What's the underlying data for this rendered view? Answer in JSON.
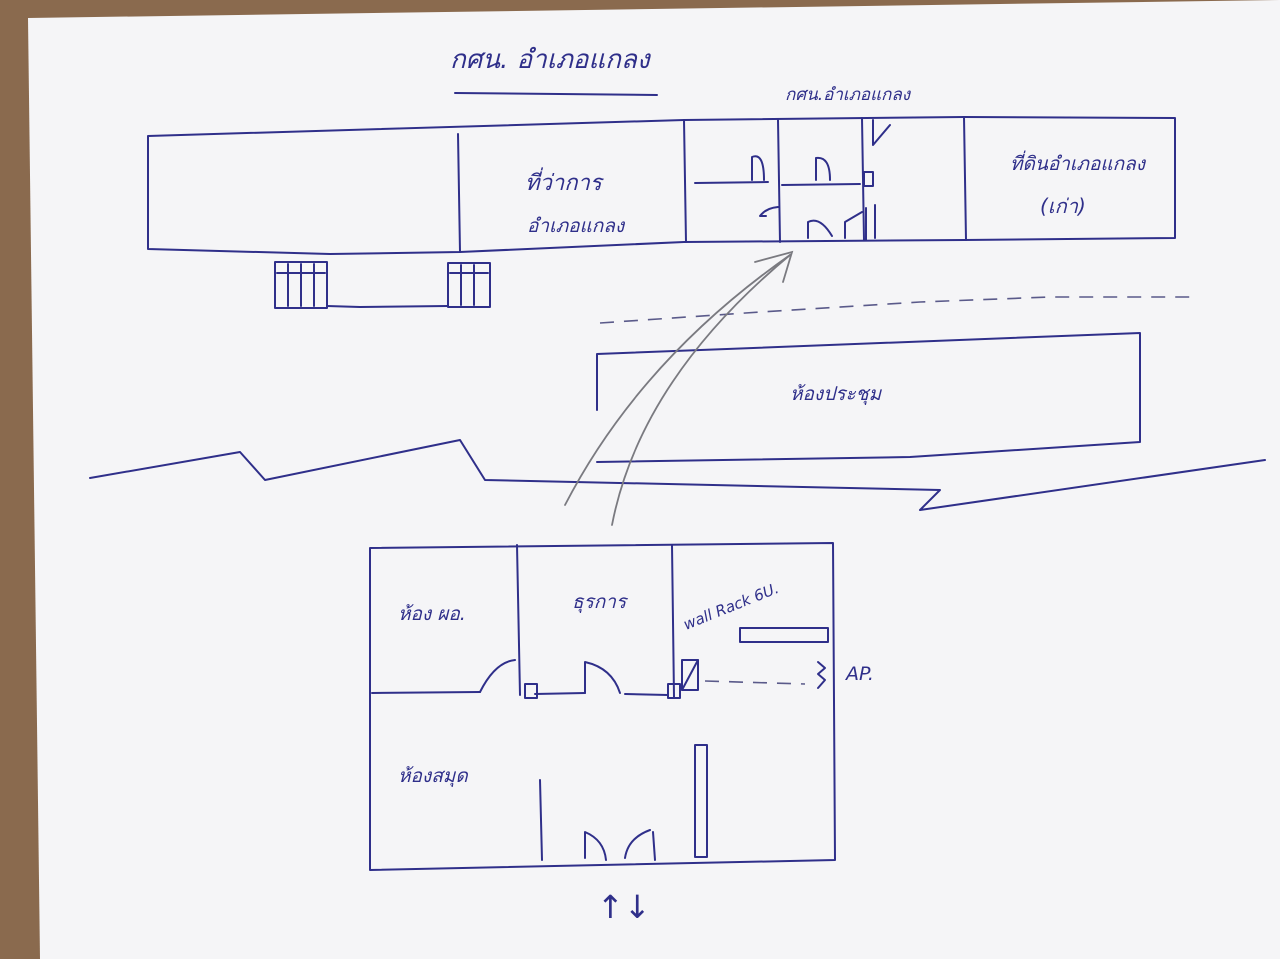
{
  "title": "กศน. อำเภอแกลง",
  "top_building": {
    "rooms": {
      "left_room_1": "ที่ว่าการ",
      "left_room_2": "อำเภอแกลง",
      "office_label": "กศน.อำเภอแกลง",
      "right_room_1": "ที่ดินอำเภอแกลง",
      "right_room_2": "(เก่า)"
    },
    "meeting_room": "ห้องประชุม"
  },
  "floor_plan": {
    "rooms": {
      "director_room": "ห้อง ผอ.",
      "staff_room": "ธุรการ",
      "rack_label": "wall Rack 6U.",
      "ap_label": "AP.",
      "library_room": "ห้องสมุด"
    },
    "entrance_arrows": "↑↓"
  },
  "colors": {
    "paper": "#f5f5f7",
    "ink": "#2f2f8a",
    "pencil": "#7a7a80",
    "background": "#8a6a4e"
  }
}
